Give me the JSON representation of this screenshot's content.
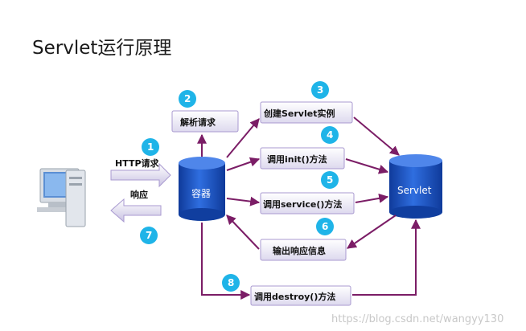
{
  "title": "Servlet运行原理",
  "nodes": {
    "container": "容器",
    "servlet": "Servlet"
  },
  "steps": {
    "parse": "解析请求",
    "create": "创建Servlet实例",
    "init": "调用init()方法",
    "service": "调用service()方法",
    "output": "输出响应信息",
    "destroy": "调用destroy()方法"
  },
  "labels": {
    "http_request": "HTTP请求",
    "response": "响应"
  },
  "badges": [
    "1",
    "2",
    "3",
    "4",
    "5",
    "6",
    "7",
    "8"
  ],
  "watermark": "https://blog.csdn.net/wangyy130",
  "colors": {
    "arrow": "#7b1d66",
    "badge": "#1fb4e8",
    "cylinder": "#1c4fbf",
    "box_fill": "#eceaf6",
    "box_stroke": "#a99ad0"
  },
  "icons": [
    "computer-icon"
  ]
}
